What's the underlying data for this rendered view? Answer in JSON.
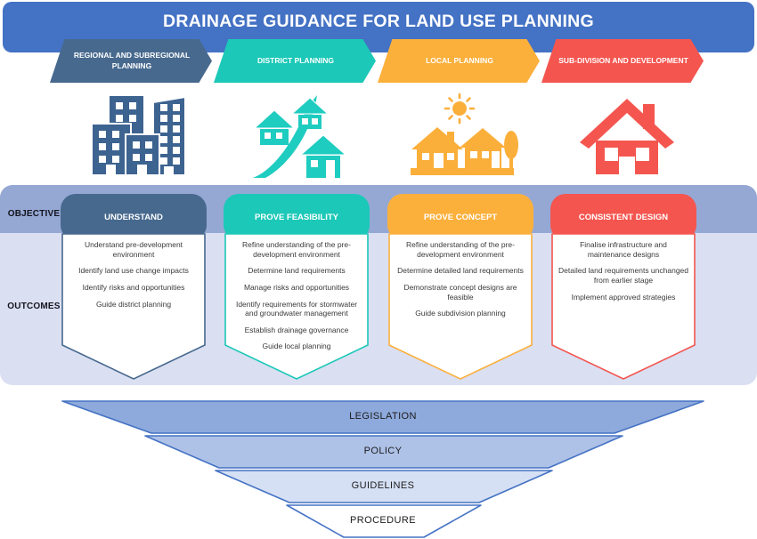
{
  "header": {
    "title": "DRAINAGE GUIDANCE FOR LAND USE PLANNING"
  },
  "row_labels": {
    "objective": "OBJECTIVE",
    "outcomes": "OUTCOMES"
  },
  "stages": [
    {
      "banner": "REGIONAL AND SUBREGIONAL PLANNING",
      "icon": "city-buildings-icon",
      "color": "#47698E",
      "objective": "UNDERSTAND",
      "outcomes": [
        "Understand pre-development environment",
        "Identify land use change impacts",
        "Identify risks and opportunities",
        "Guide district planning"
      ]
    },
    {
      "banner": "DISTRICT PLANNING",
      "icon": "houses-road-icon",
      "color": "#1CC8B8",
      "objective": "PROVE FEASIBILITY",
      "outcomes": [
        "Refine understanding of the pre-development environment",
        "Determine land requirements",
        "Manage risks and opportunities",
        "Identify requirements for stormwater and groundwater management",
        "Establish drainage governance",
        "Guide local planning"
      ]
    },
    {
      "banner": "LOCAL PLANNING",
      "icon": "village-sun-icon",
      "color": "#FBB03C",
      "objective": "PROVE CONCEPT",
      "outcomes": [
        "Refine understanding of the pre-development environment",
        "Determine detailed land requirements",
        "Demonstrate concept designs are feasible",
        "Guide subdivision planning"
      ]
    },
    {
      "banner": "SUB-DIVISION AND DEVELOPMENT",
      "icon": "house-icon",
      "color": "#F4554F",
      "objective": "CONSISTENT DESIGN",
      "outcomes": [
        "Finalise infrastructure and maintenance designs",
        "Detailed land requirements unchanged from earlier stage",
        "Implement approved strategies"
      ]
    }
  ],
  "pyramid": [
    {
      "label": "LEGISLATION",
      "fill": "#8EA9DB"
    },
    {
      "label": "POLICY",
      "fill": "#AEC1E7"
    },
    {
      "label": "GUIDELINES",
      "fill": "#D5E0F4"
    },
    {
      "label": "PROCEDURE",
      "fill": "#FFFFFF"
    }
  ],
  "colors": {
    "header_bg": "#4472C4",
    "objective_band": "#95A8D4",
    "outcomes_band": "#DADFF2",
    "pyramid_border": "#4472C4"
  }
}
